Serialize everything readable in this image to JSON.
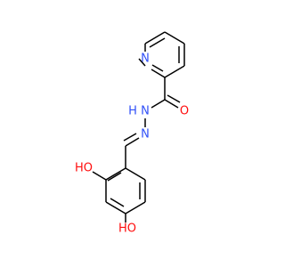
{
  "colors": {
    "bond": "#000000",
    "nitrogen": "#3050F8",
    "oxygen": "#FF0D0D",
    "carbon_text": "#000000",
    "background": "#FFFFFF"
  },
  "atoms": {
    "pyridine_n": {
      "element": "N",
      "label": "N"
    },
    "hydrazide_nh": {
      "element": "N",
      "label": "N",
      "hydrogen": "H"
    },
    "carbonyl_o": {
      "element": "O",
      "label": "O"
    },
    "imine_n": {
      "element": "N",
      "label": "N"
    },
    "hydroxy_o_ortho": {
      "element": "O",
      "label": "HO"
    },
    "hydroxy_o_para": {
      "element": "O",
      "label": "HO"
    }
  }
}
